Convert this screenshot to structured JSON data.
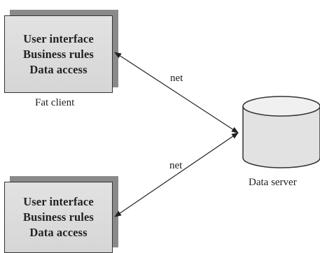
{
  "diagram": {
    "top_client": {
      "layers": [
        "User interface",
        "Business rules",
        "Data access"
      ],
      "caption": "Fat client"
    },
    "bottom_client": {
      "layers": [
        "User interface",
        "Business rules",
        "Data access"
      ]
    },
    "links": {
      "top_label": "net",
      "bottom_label": "net"
    },
    "server": {
      "caption": "Data server",
      "icon": "database-cylinder-icon"
    }
  }
}
